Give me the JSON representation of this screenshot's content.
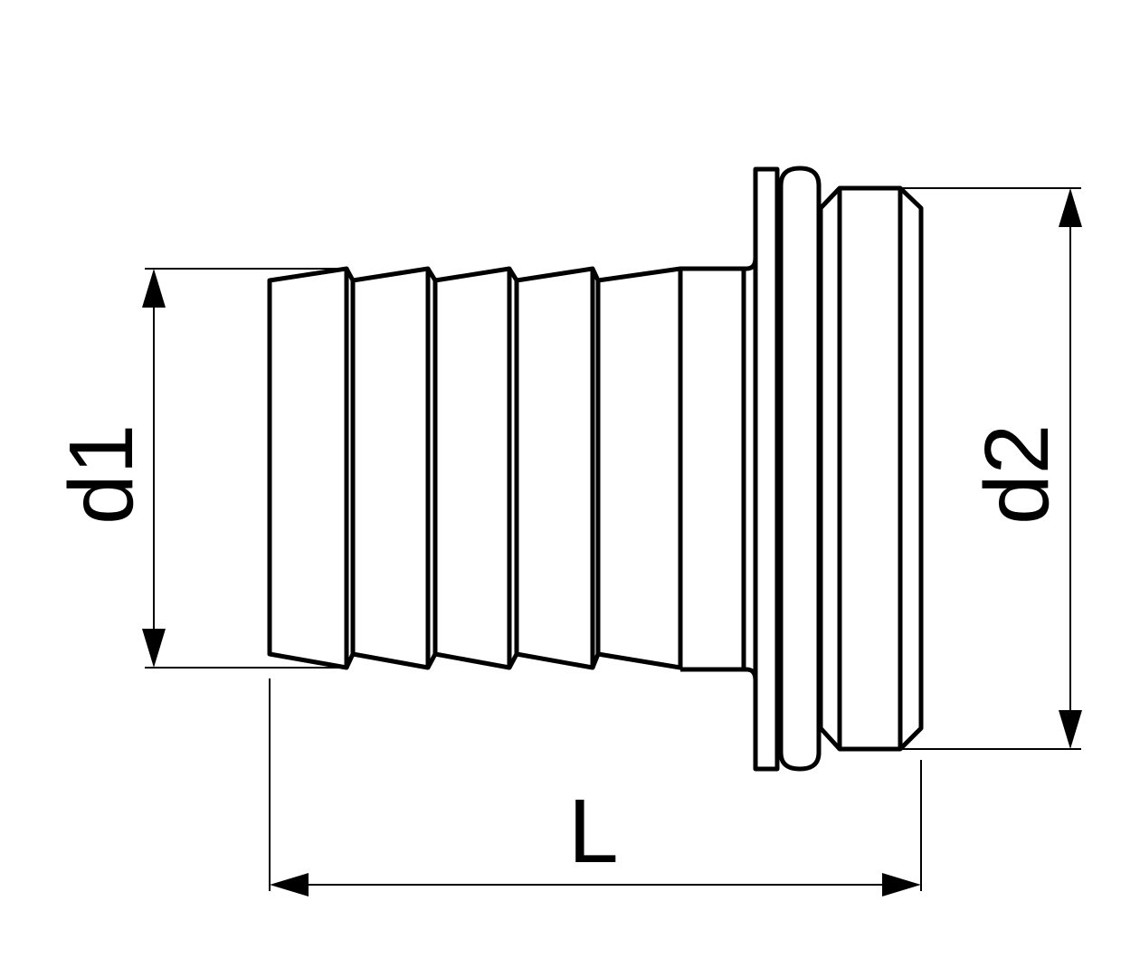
{
  "labels": {
    "d1": "d1",
    "d2": "d2",
    "L": "L"
  },
  "colors": {
    "line": "#000000",
    "background": "#ffffff"
  }
}
